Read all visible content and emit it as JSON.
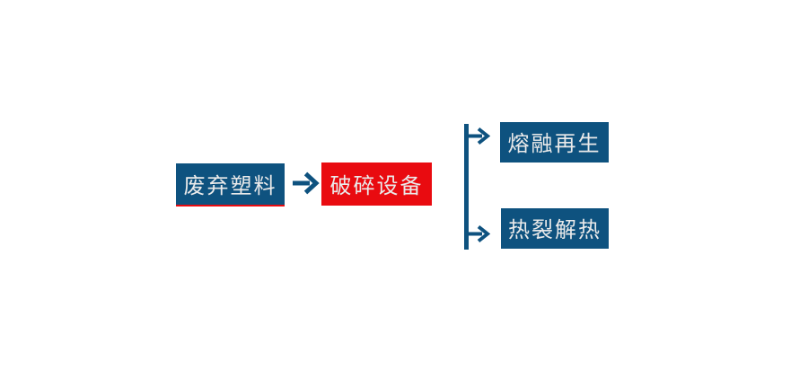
{
  "diagram": {
    "background": "#ffffff",
    "connector_color": "#0e527f",
    "text_color": "#eaeaea",
    "nodes": [
      {
        "label": "废弃塑料",
        "fill": "#0e527f",
        "underline": "#e90b10"
      },
      {
        "label": "破碎设备",
        "fill": "#e90b10"
      },
      {
        "label": "熔融再生",
        "fill": "#0e527f"
      },
      {
        "label": "热裂解热",
        "fill": "#0e527f"
      }
    ],
    "edges": [
      {
        "from": "废弃塑料",
        "to": "破碎设备"
      },
      {
        "from": "破碎设备",
        "to": "熔融再生"
      },
      {
        "from": "破碎设备",
        "to": "热裂解热"
      }
    ]
  }
}
